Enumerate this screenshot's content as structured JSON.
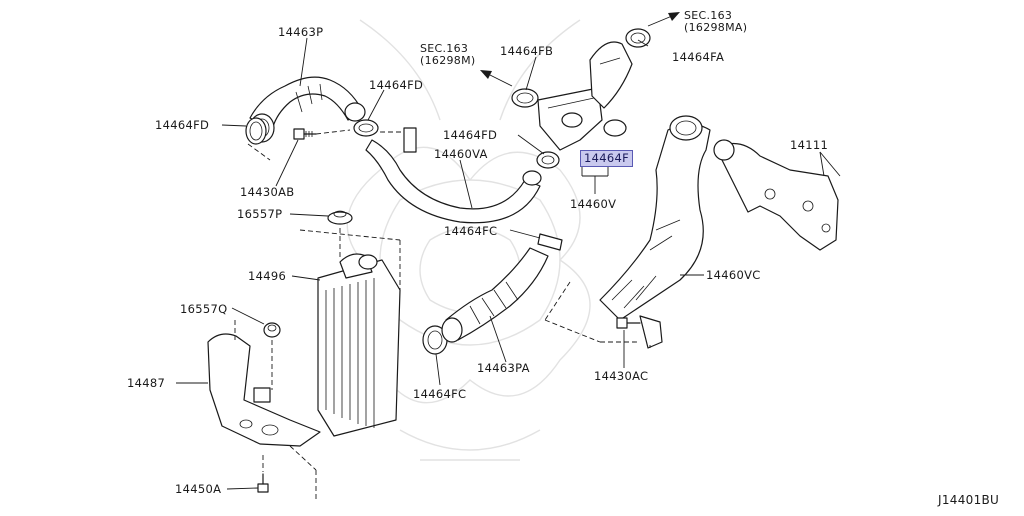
{
  "labels": {
    "p14463P": "14463P",
    "p14464FD_a": "14464FD",
    "p14464FD_b": "14464FD",
    "p14464FD_c": "14464FD",
    "p14430AB": "14430AB",
    "p14460VA": "14460VA",
    "sec163_left": "SEC.163",
    "sec163_left_sub": "(16298M)",
    "p14464FB": "14464FB",
    "sec163_right": "SEC.163",
    "sec163_right_sub": "(16298MA)",
    "p14464FA": "14464FA",
    "p14464F": "14464F",
    "p14460V": "14460V",
    "p14111": "14111",
    "p16557P": "16557P",
    "p14464FC_a": "14464FC",
    "p14496": "14496",
    "p14460VC": "14460VC",
    "p16557Q": "16557Q",
    "p14463PA": "14463PA",
    "p14430AC": "14430AC",
    "p14487": "14487",
    "p14464FC_b": "14464FC",
    "p14450A": "14450A"
  },
  "diagram_code": "J14401BU",
  "colors": {
    "highlight_fill": "#c9c9ee",
    "highlight_border": "#5a5ab4",
    "line": "#1a1a1a",
    "watermark": "#e2e2e2"
  },
  "icons": {
    "direction_arrow": "arrow-icon"
  }
}
